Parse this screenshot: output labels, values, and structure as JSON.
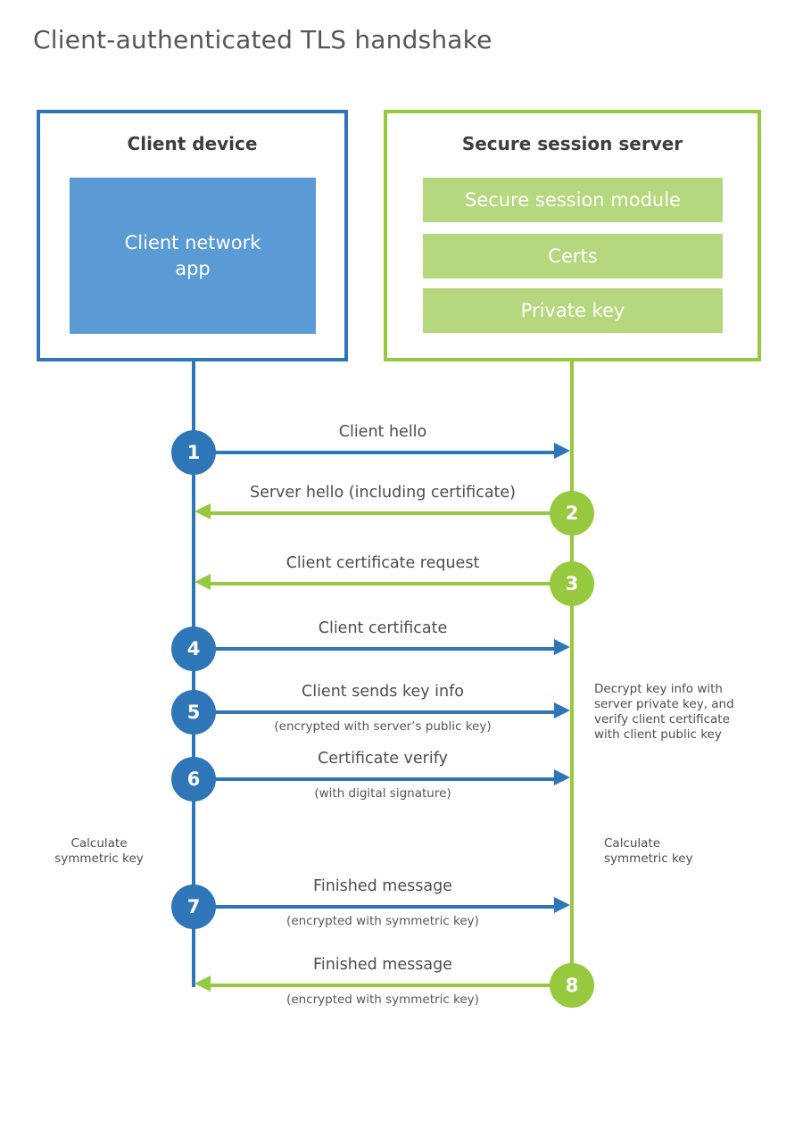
{
  "title": "Client-authenticated TLS handshake",
  "colors": {
    "client_accent": "#2e76b7",
    "client_fill": "#5b9bd5",
    "server_accent": "#97c93e",
    "server_fill": "#b5d77d",
    "heading_text": "#3d3d3d",
    "label_text": "#4d4d4d",
    "background": "#ffffff"
  },
  "client": {
    "title": "Client device",
    "app_label": "Client network app"
  },
  "server": {
    "title": "Secure session server",
    "modules": [
      "Secure session module",
      "Certs",
      "Private key"
    ]
  },
  "messages": [
    {
      "num": "1",
      "from": "client",
      "to": "server",
      "label": "Client hello",
      "sublabel": ""
    },
    {
      "num": "2",
      "from": "server",
      "to": "client",
      "label": "Server hello (including certificate)",
      "sublabel": ""
    },
    {
      "num": "3",
      "from": "server",
      "to": "client",
      "label": "Client certificate request",
      "sublabel": ""
    },
    {
      "num": "4",
      "from": "client",
      "to": "server",
      "label": "Client certificate",
      "sublabel": ""
    },
    {
      "num": "5",
      "from": "client",
      "to": "server",
      "label": "Client sends key info",
      "sublabel": "(encrypted with server’s public key)"
    },
    {
      "num": "6",
      "from": "client",
      "to": "server",
      "label": "Certificate verify",
      "sublabel": "(with digital signature)"
    },
    {
      "num": "7",
      "from": "client",
      "to": "server",
      "label": "Finished message",
      "sublabel": "(encrypted with symmetric key)"
    },
    {
      "num": "8",
      "from": "server",
      "to": "client",
      "label": "Finished message",
      "sublabel": "(encrypted with symmetric key)"
    }
  ],
  "notes": {
    "server_decrypt": "Decrypt key info with server private key, and verify client certificate with client public key",
    "client_calculate": "Calculate symmetric key",
    "server_calculate": "Calculate symmetric key"
  }
}
